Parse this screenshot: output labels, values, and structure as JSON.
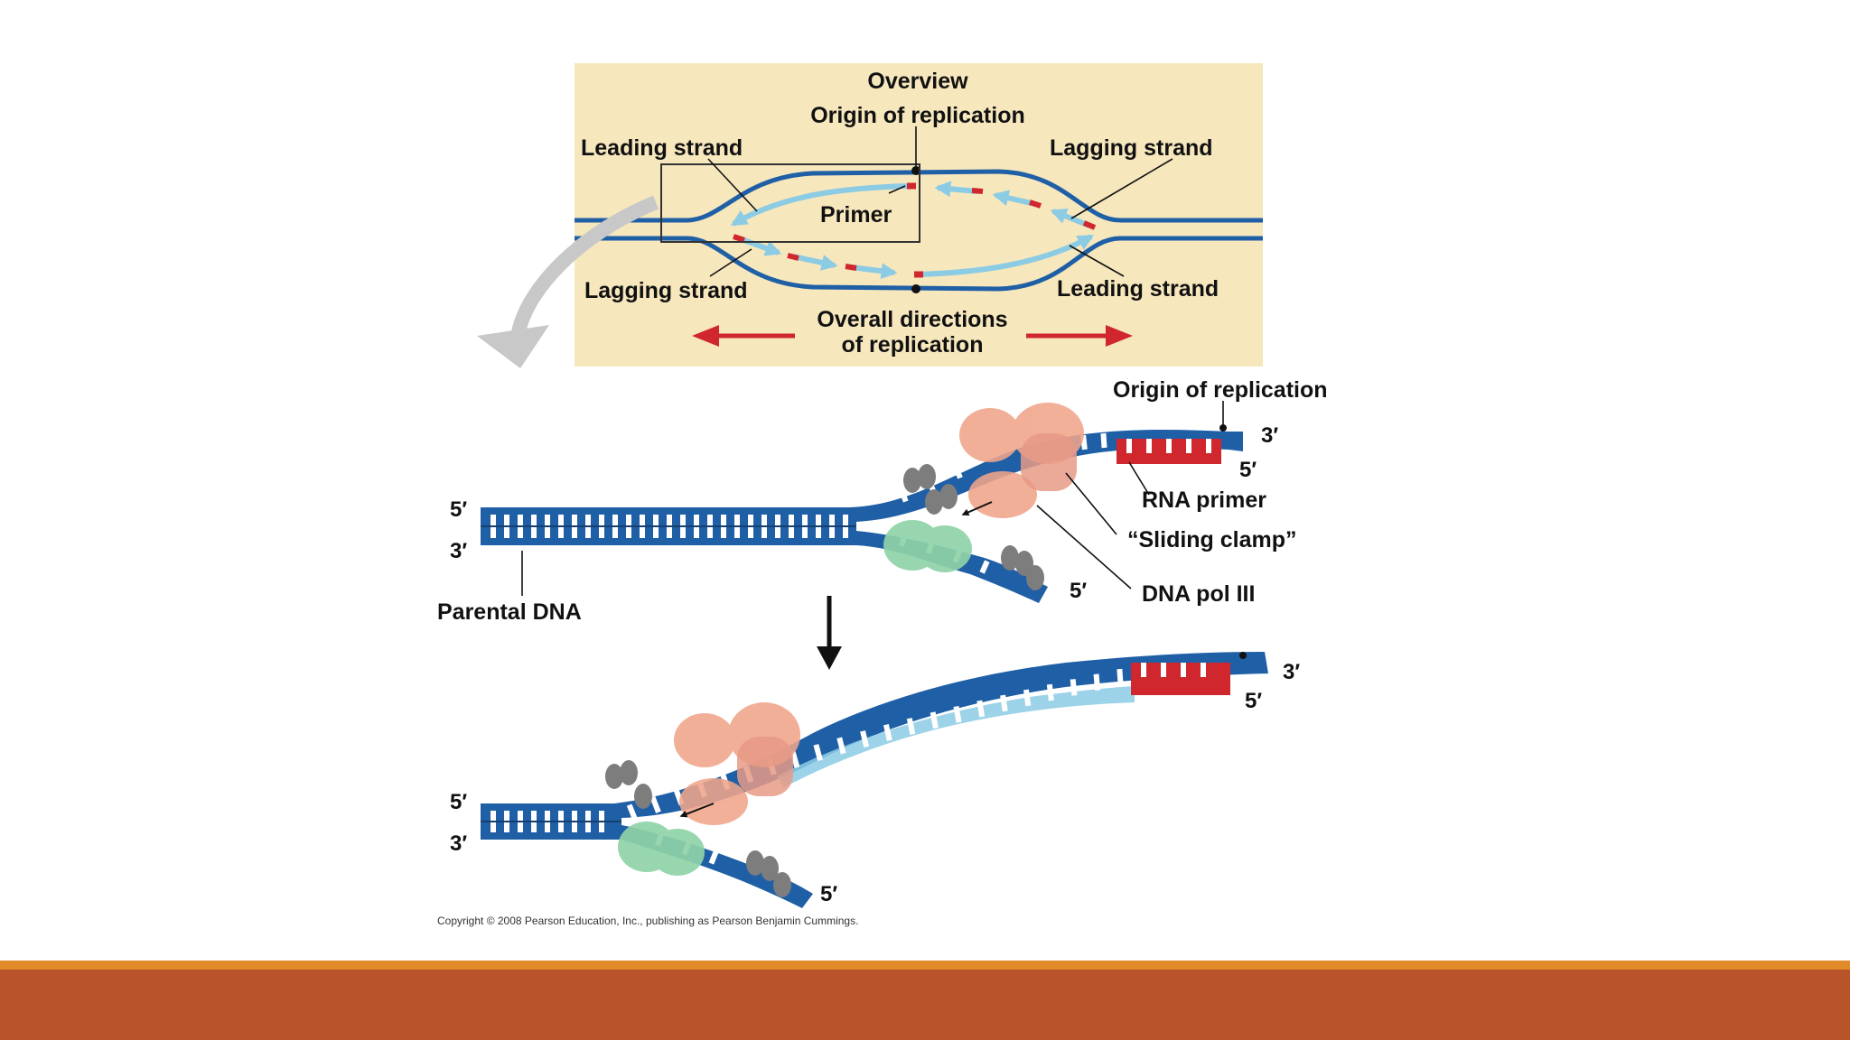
{
  "overview": {
    "title": "Overview",
    "origin": "Origin of replication",
    "leading_top": "Leading strand",
    "lagging_top": "Lagging strand",
    "primer": "Primer",
    "lagging_bottom": "Lagging strand",
    "leading_bottom": "Leading strand",
    "directions_line1": "Overall directions",
    "directions_line2": "of replication"
  },
  "detail": {
    "origin": "Origin of replication",
    "rna_primer": "RNA primer",
    "sliding_clamp": "“Sliding clamp”",
    "dna_pol": "DNA pol III",
    "parental": "Parental DNA",
    "five_prime": "5′",
    "three_prime": "3′"
  },
  "copyright": "Copyright © 2008 Pearson Education, Inc., publishing as Pearson Benjamin Cummings.",
  "colors": {
    "panel_bg": "#f7e7bd",
    "dna_dark": "#1f5fa6",
    "dna_light": "#8ccbe4",
    "primer_red": "#d0262d",
    "polymerase": "#f0a58a",
    "helicase": "#8fd3a8",
    "footer_orange": "#e08a2a",
    "footer_rust": "#b8532a"
  }
}
